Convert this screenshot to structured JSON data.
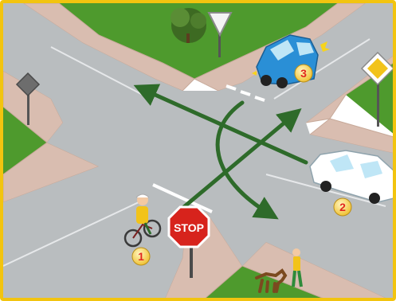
{
  "scene": {
    "stop_sign_text": "STOP",
    "vehicles": [
      {
        "id": "cyclist",
        "number": "1",
        "color": "#f2c31a"
      },
      {
        "id": "white-car",
        "number": "2",
        "color": "#ffffff"
      },
      {
        "id": "blue-car",
        "number": "3",
        "color": "#2a8fd6"
      }
    ],
    "colors": {
      "frame": "#f2c40f",
      "grass": "#4e9a2d",
      "road": "#b9bdbf",
      "sidewalk": "#d9bdb0",
      "arrow": "#2e6b2a",
      "badge_fill": "#f4d24a",
      "badge_text": "#e1271f"
    }
  }
}
